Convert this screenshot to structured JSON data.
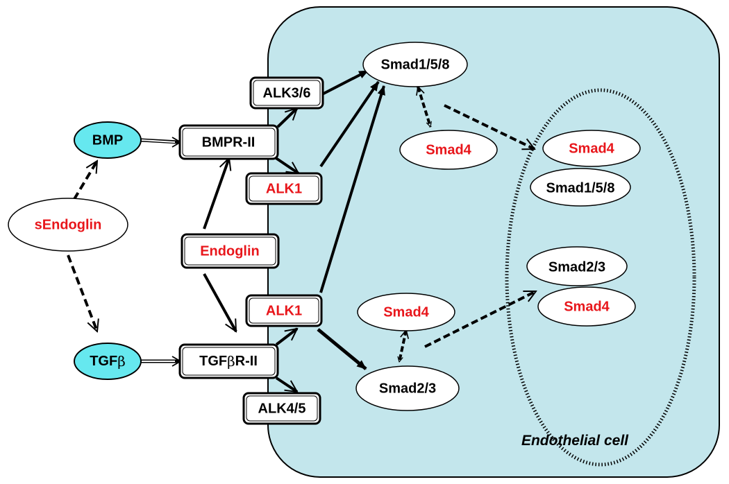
{
  "colors": {
    "cell_fill": "#c3e6ec",
    "cyan_node": "#66e8ef",
    "red_text": "#e8161b",
    "black_text": "#000000",
    "outline": "#000000"
  },
  "cell_label": "Endothelial cell",
  "ligands": {
    "bmp": "BMP",
    "tgfb_prefix": "TGF",
    "tgfb_symbol": "β"
  },
  "sendoglin": "sEndoglin",
  "receptors": {
    "alk36": "ALK3/6",
    "bmpr2": "BMPR-II",
    "alk1_top": "ALK1",
    "endoglin": "Endoglin",
    "alk1_bottom": "ALK1",
    "tgfbr2_prefix": "TGF",
    "tgfbr2_symbol": "β",
    "tgfbr2_suffix": "R-II",
    "alk45": "ALK4/5"
  },
  "smads": {
    "smad158_cyto": "Smad1/5/8",
    "smad4_top": "Smad4",
    "smad4_bottom": "Smad4",
    "smad23_cyto": "Smad2/3",
    "nuc_smad4_top": "Smad4",
    "nuc_smad158": "Smad1/5/8",
    "nuc_smad23": "Smad2/3",
    "nuc_smad4_bottom": "Smad4"
  }
}
